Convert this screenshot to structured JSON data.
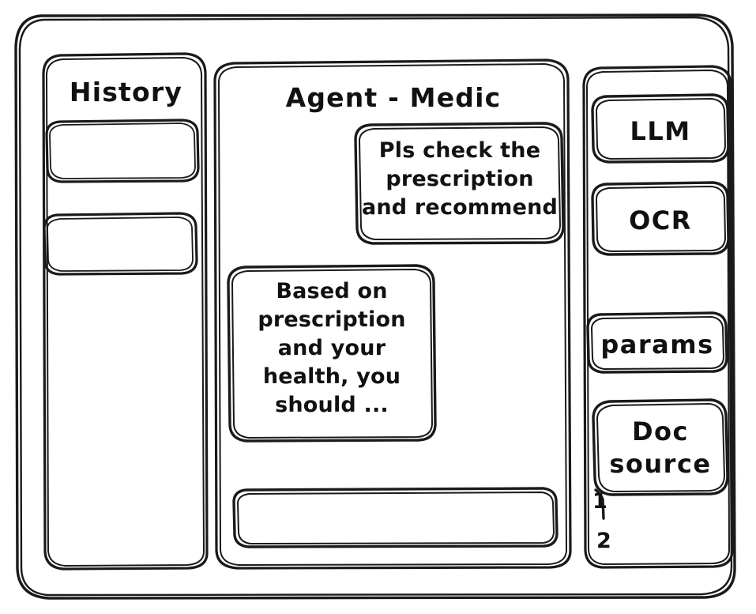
{
  "app": {
    "style": "hand-drawn-wireframe",
    "stroke_color": "#1a1a1a",
    "background_color": "#ffffff"
  },
  "left_sidebar": {
    "title": "History",
    "items": [
      {
        "label": "",
        "name": "history-item-1"
      },
      {
        "label": "",
        "name": "history-item-2"
      }
    ]
  },
  "main": {
    "title": "Agent - Medic",
    "messages": [
      {
        "role": "user",
        "text": "Pls check the\nprescription\nand recommend"
      },
      {
        "role": "assistant",
        "text": "Based on\nprescription\nand your\nhealth, you\nshould ..."
      }
    ],
    "composer": {
      "value": "",
      "placeholder": ""
    }
  },
  "right_sidebar": {
    "tools": [
      {
        "label": "LLM",
        "name": "tool-llm"
      },
      {
        "label": "OCR",
        "name": "tool-ocr"
      },
      {
        "label": "params",
        "name": "tool-params"
      },
      {
        "label": "Doc\nsource",
        "name": "tool-doc-source"
      }
    ],
    "doc_sources": [
      {
        "label": "1"
      },
      {
        "label": "2"
      }
    ]
  }
}
